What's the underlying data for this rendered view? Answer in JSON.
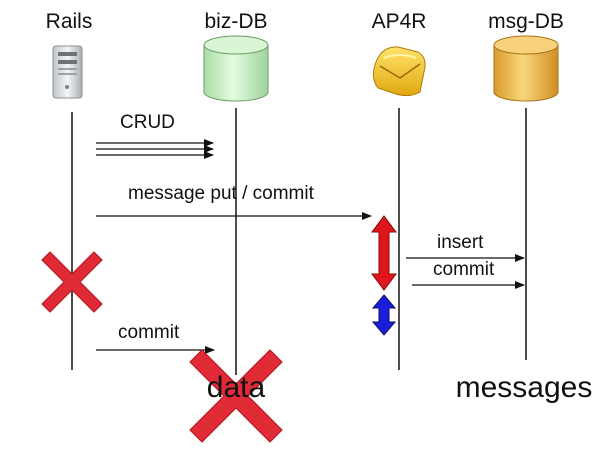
{
  "participants": {
    "rails": "Rails",
    "bizdb": "biz-DB",
    "ap4r": "AP4R",
    "msgdb": "msg-DB"
  },
  "messages": {
    "crud": "CRUD",
    "put_commit": "message put / commit",
    "insert": "insert",
    "commit_right": "commit",
    "commit_left": "commit"
  },
  "bottom_labels": {
    "data": "data",
    "messages": "messages"
  },
  "icons": {
    "rails": "server-icon",
    "bizdb": "database-icon",
    "ap4r": "mail-envelope-icon",
    "msgdb": "database-icon",
    "failure": "red-x-icon"
  },
  "colors": {
    "bizdb_body": "#c9f0c4",
    "msgdb_body": "#f1c35a",
    "failure_x": "#e02a36",
    "red_arrow": "#e0161c",
    "blue_arrow": "#1a1ed8"
  }
}
